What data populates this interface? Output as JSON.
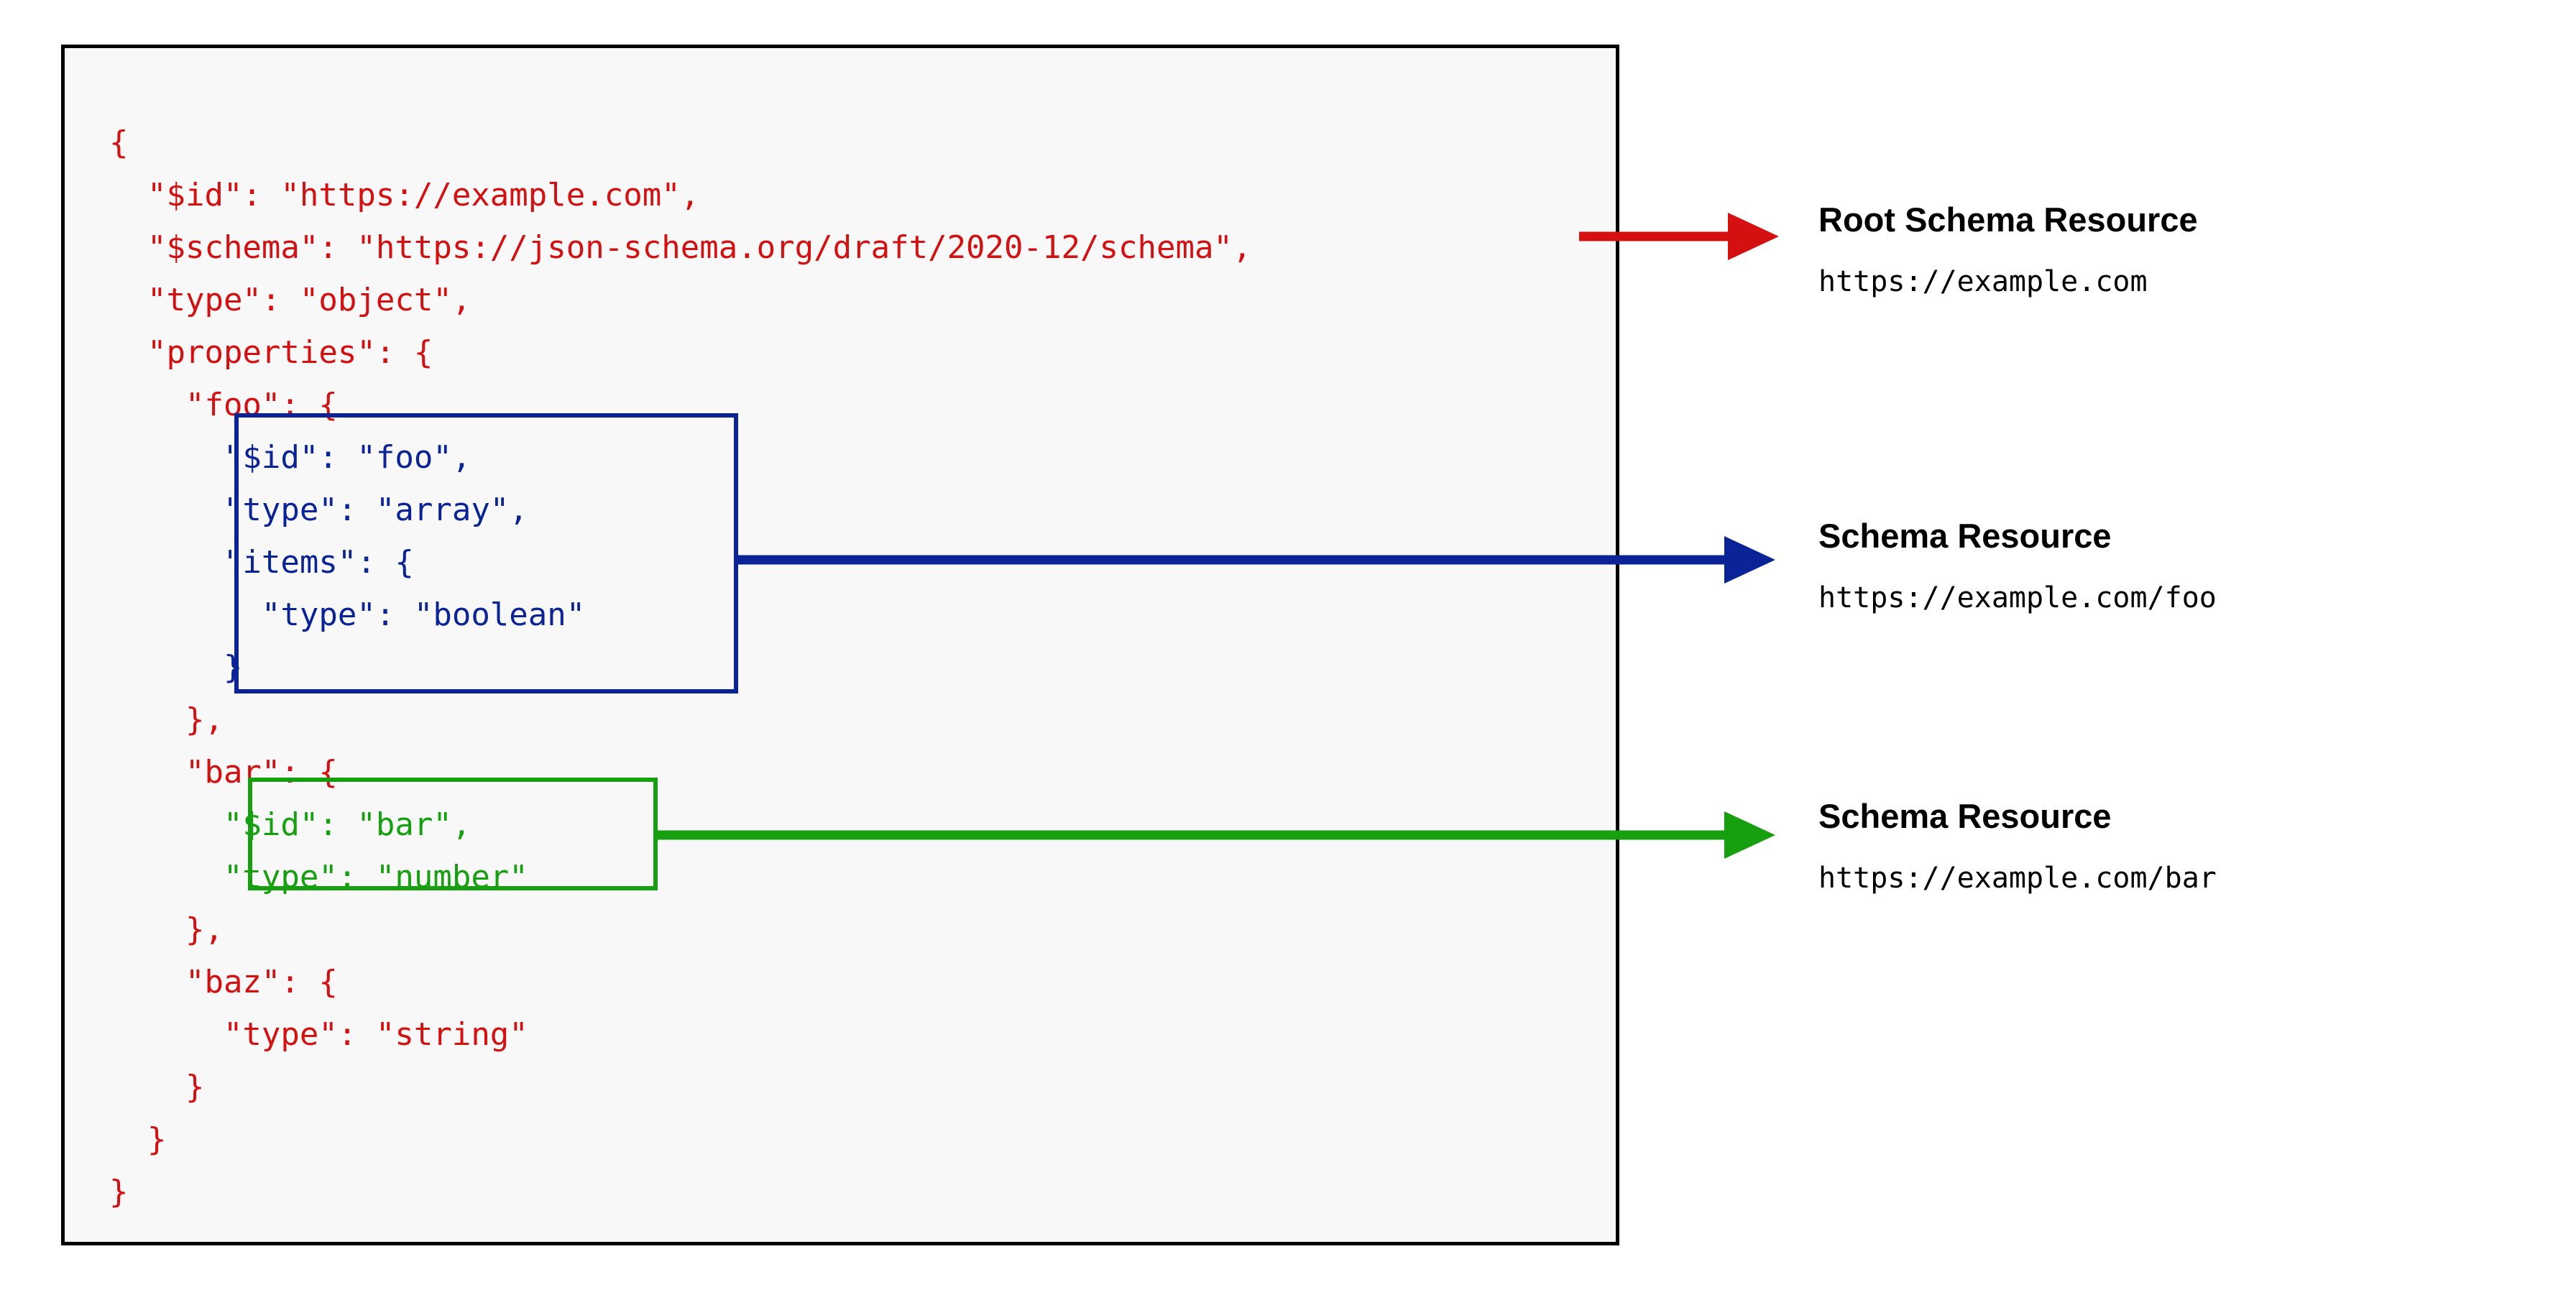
{
  "panel": {
    "background_color": "#f8f8f8",
    "border_color": "#000000"
  },
  "colors": {
    "root_schema": "#d41010",
    "foo_schema": "#0a2396",
    "bar_schema": "#16a010",
    "text": "#000000"
  },
  "code": {
    "language": "json",
    "lines": [
      {
        "text": "{",
        "color": "#d41010"
      },
      {
        "text": "  \"$id\": \"https://example.com\",",
        "color": "#d41010"
      },
      {
        "text": "  \"$schema\": \"https://json-schema.org/draft/2020-12/schema\",",
        "color": "#d41010"
      },
      {
        "text": "  \"type\": \"object\",",
        "color": "#d41010"
      },
      {
        "text": "  \"properties\": {",
        "color": "#d41010"
      },
      {
        "text": "    \"foo\": {",
        "color": "#d41010"
      },
      {
        "text": "      \"$id\": \"foo\",",
        "color": "#0a2396"
      },
      {
        "text": "      \"type\": \"array\",",
        "color": "#0a2396"
      },
      {
        "text": "      \"items\": {",
        "color": "#0a2396"
      },
      {
        "text": "        \"type\": \"boolean\"",
        "color": "#0a2396"
      },
      {
        "text": "      }",
        "color": "#0a2396"
      },
      {
        "text": "    },",
        "color": "#d41010"
      },
      {
        "text": "    \"bar\": {",
        "color": "#d41010"
      },
      {
        "text": "      \"$id\": \"bar\",",
        "color": "#16a010"
      },
      {
        "text": "      \"type\": \"number\"",
        "color": "#16a010"
      },
      {
        "text": "    },",
        "color": "#d41010"
      },
      {
        "text": "    \"baz\": {",
        "color": "#d41010"
      },
      {
        "text": "      \"type\": \"string\"",
        "color": "#d41010"
      },
      {
        "text": "    }",
        "color": "#d41010"
      },
      {
        "text": "  }",
        "color": "#d41010"
      },
      {
        "text": "}",
        "color": "#d41010"
      }
    ]
  },
  "annotations": [
    {
      "id": "root",
      "title": "Root Schema Resource",
      "uri": "https://example.com",
      "arrow_color": "#d41010"
    },
    {
      "id": "foo",
      "title": "Schema Resource",
      "uri": "https://example.com/foo",
      "arrow_color": "#0a2396"
    },
    {
      "id": "bar",
      "title": "Schema Resource",
      "uri": "https://example.com/bar",
      "arrow_color": "#16a010"
    }
  ]
}
